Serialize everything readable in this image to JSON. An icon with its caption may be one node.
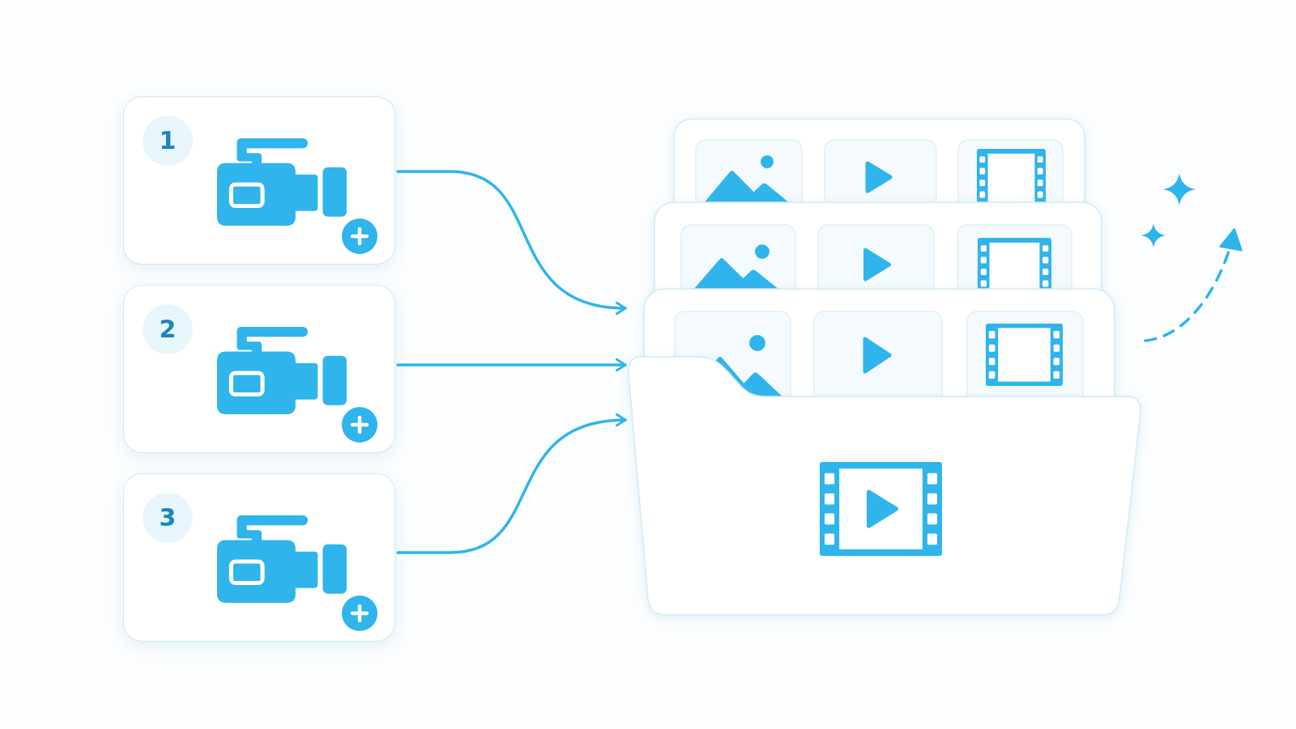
{
  "diagram": {
    "nodes": [
      {
        "text": [
          "1"
        ]
      },
      {
        "text": [
          "2"
        ]
      },
      {
        "text": [
          "3"
        ]
      },
      {
        "text": [],
        "shape": "picture"
      }
    ],
    "edges": [
      {
        "from": 0,
        "to": 3,
        "arrow": "to"
      },
      {
        "from": 1,
        "to": 3,
        "arrow": "to"
      },
      {
        "from": 2,
        "to": 3,
        "arrow": "to"
      },
      {
        "from": 3,
        "to": null,
        "arrow": "to",
        "style": "dashed"
      }
    ]
  }
}
